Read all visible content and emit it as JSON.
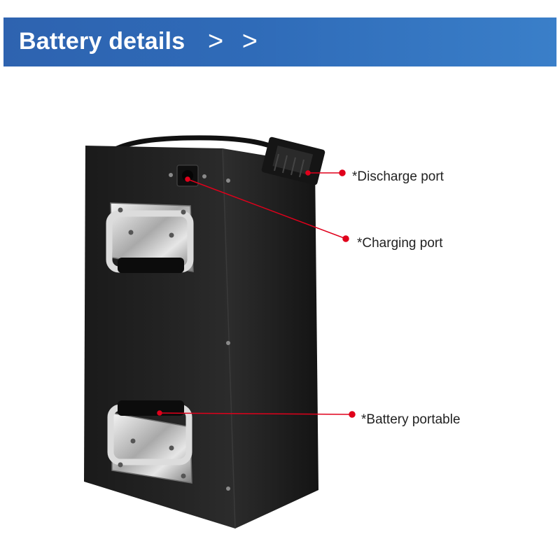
{
  "header": {
    "title": "Battery details",
    "chevrons": "> >"
  },
  "callouts": [
    {
      "label": "*Discharge port"
    },
    {
      "label": "*Charging port"
    },
    {
      "label": "*Battery portable"
    }
  ],
  "colors": {
    "banner": "#2f6bb8",
    "pointer": "#e0001b",
    "battery_body": "#1c1c1c"
  }
}
